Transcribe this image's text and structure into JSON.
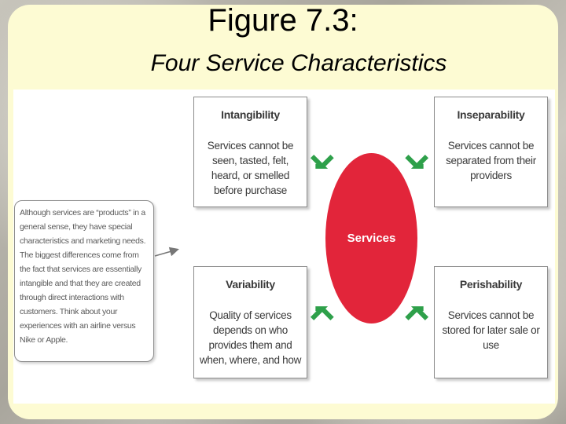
{
  "title": "Figure 7.3:",
  "subtitle": "Four Service Characteristics",
  "diagram": {
    "center": "Services",
    "note": "Although services are “products” in a general sense, they have special characteristics and marketing needs. The biggest differences come from the fact that services are essentially intangible and that they are created through direct interactions with customers. Think about your experiences with an airline versus Nike or Apple.",
    "boxes": [
      {
        "heading": "Intangibility",
        "body": "Services cannot be seen, tasted, felt, heard, or smelled before purchase"
      },
      {
        "heading": "Inseparability",
        "body": "Services cannot be separated from their providers"
      },
      {
        "heading": "Variability",
        "body": "Quality of services depends on who provides them and when, where, and how"
      },
      {
        "heading": "Perishability",
        "body": "Services cannot be stored for later sale or use"
      }
    ],
    "colors": {
      "center": "#e2253a",
      "arrow": "#2ea04a"
    }
  }
}
